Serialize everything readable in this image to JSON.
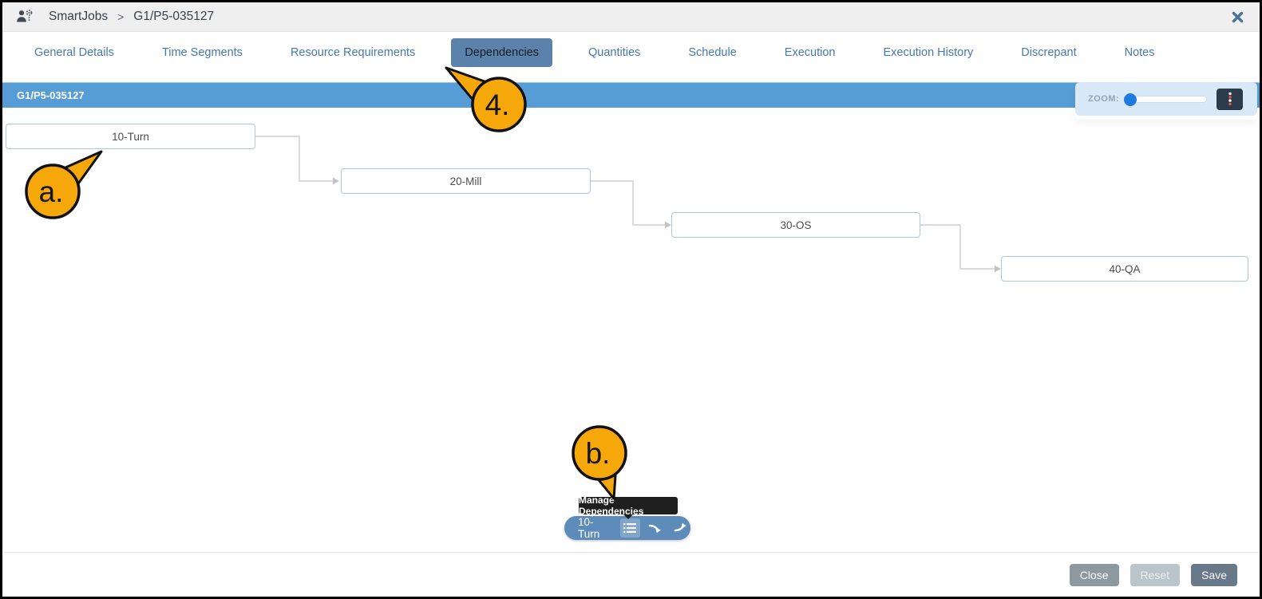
{
  "header": {
    "app_name": "SmartJobs",
    "breadcrumb_separator": ">",
    "record_id": "G1/P5-035127",
    "app_icon": "user-gear-icon",
    "close_icon": "close-x-icon"
  },
  "tabs": {
    "items": [
      {
        "label": "General Details",
        "selected": false
      },
      {
        "label": "Time Segments",
        "selected": false
      },
      {
        "label": "Resource Requirements",
        "selected": false
      },
      {
        "label": "Dependencies",
        "selected": true
      },
      {
        "label": "Quantities",
        "selected": false
      },
      {
        "label": "Schedule",
        "selected": false
      },
      {
        "label": "Execution",
        "selected": false
      },
      {
        "label": "Execution History",
        "selected": false
      },
      {
        "label": "Discrepant",
        "selected": false
      },
      {
        "label": "Notes",
        "selected": false
      }
    ]
  },
  "job_bar": {
    "title": "G1/P5-035127"
  },
  "zoom_control": {
    "label": "ZOOM:",
    "slider_position": "min",
    "menu_icon": "kebab-vertical-icon"
  },
  "dependency_graph": {
    "nodes": [
      {
        "label": "10-Turn"
      },
      {
        "label": "20-Mill"
      },
      {
        "label": "30-OS"
      },
      {
        "label": "40-QA"
      }
    ],
    "edges": [
      {
        "from": "10-Turn",
        "to": "20-Mill"
      },
      {
        "from": "20-Mill",
        "to": "30-OS"
      },
      {
        "from": "30-OS",
        "to": "40-QA"
      }
    ]
  },
  "node_toolbar": {
    "node_label": "10-Turn",
    "tooltip": "Manage Dependencies",
    "icons": [
      "list-icon",
      "curved-arrow-down-icon",
      "curved-arrow-up-icon"
    ]
  },
  "callouts": [
    {
      "label": "4."
    },
    {
      "label": "a."
    },
    {
      "label": "b."
    }
  ],
  "footer": {
    "close_label": "Close",
    "reset_label": "Reset",
    "save_label": "Save",
    "reset_disabled": true
  },
  "colors": {
    "accent_blue": "#569cd6",
    "tab_text": "#4679ad",
    "tab_selected_bg": "#5b82aa",
    "node_border": "#a9c9e3",
    "callout_fill": "#f6a80a",
    "pill_bg": "#5d8cba",
    "tooltip_bg": "#1f1f1f",
    "close_btn_bg": "#8d99a1",
    "reset_btn_bg": "#bac5cb",
    "save_btn_bg": "#68798a",
    "kebab_btn_bg": "#2c3b4a",
    "slider_thumb": "#1f7ae0"
  }
}
